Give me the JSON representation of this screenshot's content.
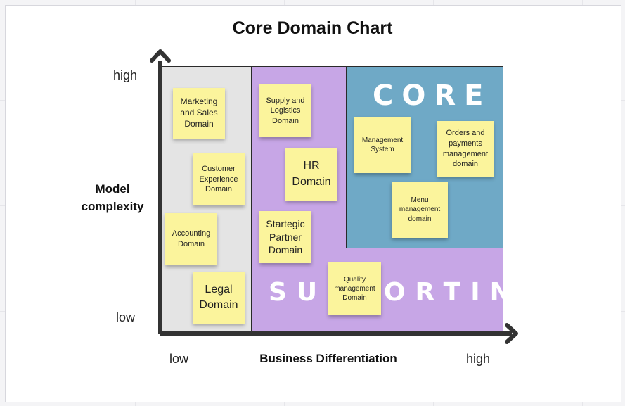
{
  "title": "Core Domain Chart",
  "axes": {
    "y_title": "Model complexity",
    "y_high": "high",
    "y_low": "low",
    "x_title": "Business Differentiation",
    "x_low": "low",
    "x_high": "high"
  },
  "regions": {
    "core": "CORE",
    "supporting": "SUPPORTING",
    "colors": {
      "generic": "#e4e4e4",
      "supporting": "#c7a6e6",
      "core": "#6fa9c6",
      "sticky": "#fbf49c"
    }
  },
  "notes": {
    "marketing": "Marketing and Sales Domain",
    "customer": "Customer Experience Domain",
    "accounting": "Accounting Domain",
    "legal": "Legal Domain",
    "supply": "Supply and Logistics Domain",
    "hr": "HR Domain",
    "partner": "Startegic Partner Domain",
    "quality": "Quality management Domain",
    "management": "Management System",
    "orders": "Orders and payments management domain",
    "menu": "Menu management domain"
  }
}
